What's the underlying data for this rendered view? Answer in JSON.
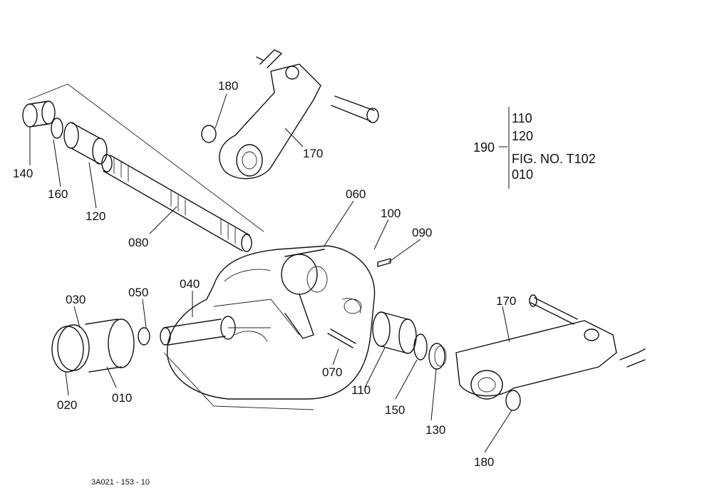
{
  "callouts": {
    "c140": "140",
    "c160": "160",
    "c120": "120",
    "c080": "080",
    "c180_top": "180",
    "c170_top": "170",
    "c060": "060",
    "c100": "100",
    "c090": "090",
    "c030": "030",
    "c050": "050",
    "c040": "040",
    "c020": "020",
    "c010": "010",
    "c070": "070",
    "c110": "110",
    "c150": "150",
    "c130": "130",
    "c170_right": "170",
    "c180_bottom": "180"
  },
  "assembly_note": {
    "ref": "190",
    "items": [
      "110",
      "120",
      "FIG. NO. T102",
      "010"
    ]
  },
  "drawing_number": "3A021 - 153 - 10"
}
